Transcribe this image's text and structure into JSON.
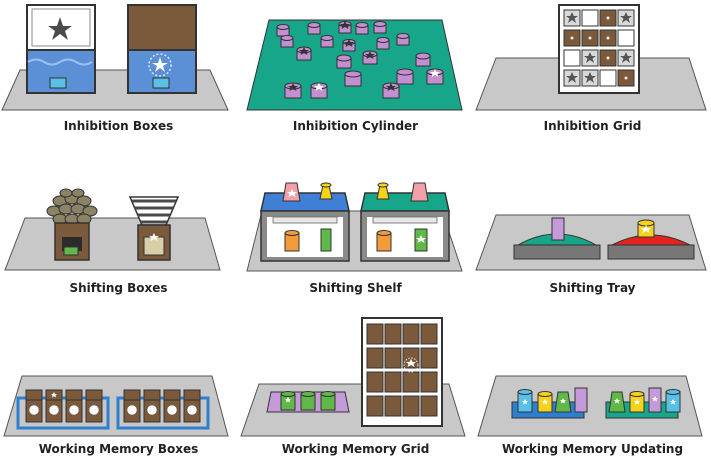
{
  "captions": {
    "inhibition_boxes": "Inhibition Boxes",
    "inhibition_cylinder": "Inhibition Cylinder",
    "inhibition_grid": "Inhibition Grid",
    "shifting_boxes": "Shifting Boxes",
    "shifting_shelf": "Shifting Shelf",
    "shifting_tray": "Shifting Tray",
    "working_memory_boxes": "Working Memory Boxes",
    "working_memory_grid": "Working Memory Grid",
    "working_memory_updating": "Working Memory Updating"
  },
  "colors": {
    "platform": "#c8c8c8",
    "outline": "#3a3a3a",
    "brown": "#7b5a3c",
    "water_blue": "#5b8fd6",
    "teal_mat": "#18a68a",
    "purple_cylinder": "#c48fd0",
    "green": "#5fb847",
    "orange": "#f39a3a",
    "yellow": "#f7d21c",
    "pink": "#f2a0a8",
    "red": "#e2241c",
    "shelf_blue": "#3f7fd6",
    "shelf_green": "#18a68a",
    "light_blue": "#5bc0e8",
    "lilac": "#c59ad8"
  }
}
